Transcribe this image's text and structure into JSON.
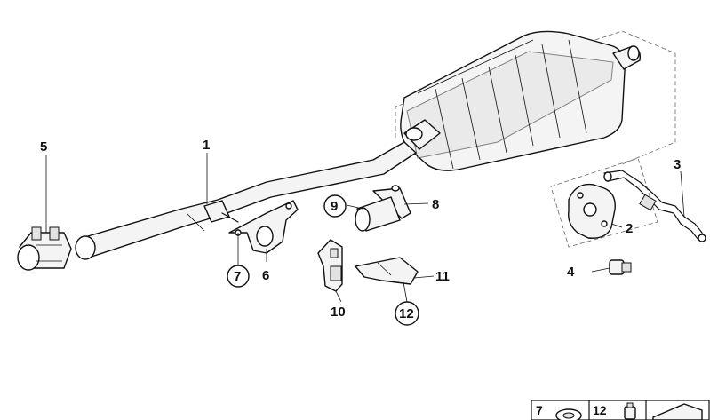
{
  "callouts": [
    {
      "id": "1",
      "text": "1",
      "circled": false
    },
    {
      "id": "2",
      "text": "2",
      "circled": false
    },
    {
      "id": "3",
      "text": "3",
      "circled": false
    },
    {
      "id": "4",
      "text": "4",
      "circled": false
    },
    {
      "id": "5",
      "text": "5",
      "circled": false
    },
    {
      "id": "6",
      "text": "6",
      "circled": false
    },
    {
      "id": "7",
      "text": "7",
      "circled": true
    },
    {
      "id": "8",
      "text": "8",
      "circled": false
    },
    {
      "id": "9",
      "text": "9",
      "circled": true
    },
    {
      "id": "10",
      "text": "10",
      "circled": false
    },
    {
      "id": "11",
      "text": "11",
      "circled": false
    },
    {
      "id": "12",
      "text": "12",
      "circled": true
    }
  ],
  "inset": {
    "items": [
      {
        "text": "7"
      },
      {
        "text": "12"
      }
    ]
  }
}
